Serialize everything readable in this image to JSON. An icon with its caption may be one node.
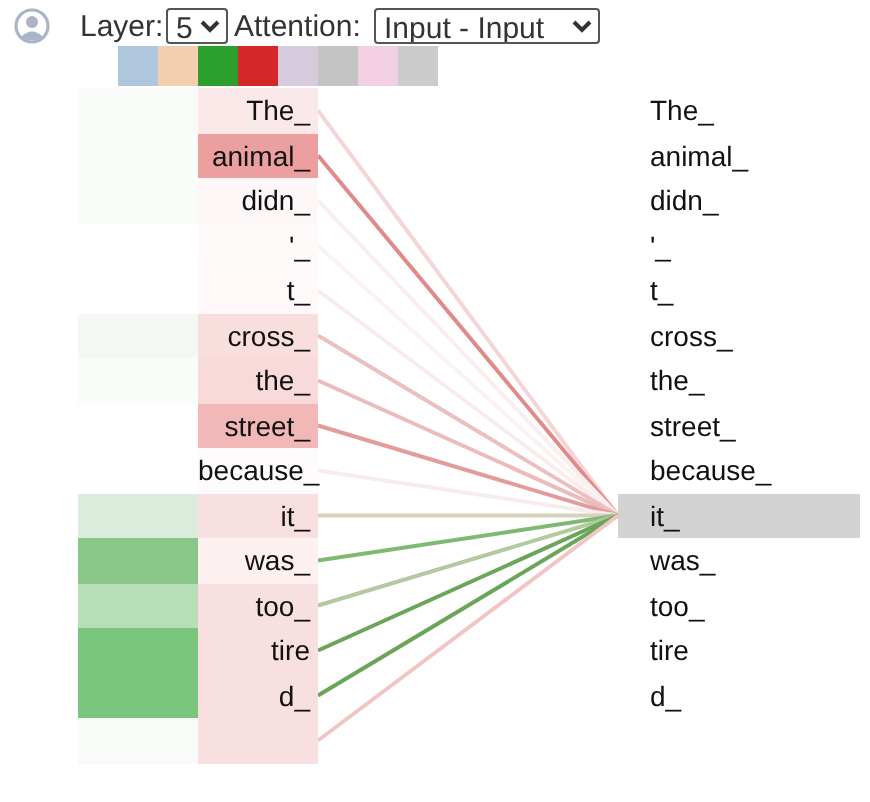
{
  "diagram": {
    "nodes": [
      {
        "text": [
          "The_"
        ]
      },
      {
        "text": [
          "animal_"
        ]
      },
      {
        "text": [
          "didn_"
        ]
      },
      {
        "text": [
          "'_"
        ]
      },
      {
        "text": [
          "t_"
        ]
      },
      {
        "text": [
          "cross_"
        ]
      },
      {
        "text": [
          "the_"
        ]
      },
      {
        "text": [
          "street_"
        ]
      },
      {
        "text": [
          "because_"
        ]
      },
      {
        "text": [
          "it_"
        ]
      },
      {
        "text": [
          "was_"
        ]
      },
      {
        "text": [
          "too_"
        ]
      },
      {
        "text": [
          "tire"
        ]
      },
      {
        "text": [
          "d_"
        ]
      },
      {
        "text": [],
        "shape": "box"
      },
      {
        "text": [
          "The_"
        ]
      },
      {
        "text": [
          "animal_"
        ]
      },
      {
        "text": [
          "didn_"
        ]
      },
      {
        "text": [
          "'_"
        ]
      },
      {
        "text": [
          "t_"
        ]
      },
      {
        "text": [
          "cross_"
        ]
      },
      {
        "text": [
          "the_"
        ]
      },
      {
        "text": [
          "street_"
        ]
      },
      {
        "text": [
          "because_"
        ]
      },
      {
        "text": [
          "it_"
        ]
      },
      {
        "text": [
          "was_"
        ]
      },
      {
        "text": [
          "too_"
        ]
      },
      {
        "text": [
          "tire"
        ]
      },
      {
        "text": [
          "d_"
        ]
      }
    ],
    "edges": [
      {
        "from": 0,
        "to": 24,
        "arrow": "none",
        "color": "#f5d5d5"
      },
      {
        "from": 1,
        "to": 24,
        "arrow": "none",
        "color": "#e08a8a"
      },
      {
        "from": 2,
        "to": 24,
        "arrow": "none",
        "color": "#faeeee"
      },
      {
        "from": 3,
        "to": 24,
        "arrow": "none",
        "color": "#fbf2f2"
      },
      {
        "from": 4,
        "to": 24,
        "arrow": "none",
        "color": "#f8ecec"
      },
      {
        "from": 5,
        "to": 24,
        "arrow": "none",
        "color": "#ecc0c0"
      },
      {
        "from": 6,
        "to": 24,
        "arrow": "none",
        "color": "#ecbcbc"
      },
      {
        "from": 7,
        "to": 24,
        "arrow": "none",
        "color": "#e39c9c"
      },
      {
        "from": 8,
        "to": 24,
        "arrow": "none",
        "color": "#f7eded"
      },
      {
        "from": 9,
        "to": 24,
        "arrow": "none",
        "color": "#d6d2bc"
      },
      {
        "from": 10,
        "to": 24,
        "arrow": "none",
        "color": "#7fba72"
      },
      {
        "from": 11,
        "to": 24,
        "arrow": "none",
        "color": "#b3c9a0"
      },
      {
        "from": 12,
        "to": 24,
        "arrow": "none",
        "color": "#6aa55a"
      },
      {
        "from": 13,
        "to": 24,
        "arrow": "none",
        "color": "#6aa55a"
      },
      {
        "from": 14,
        "to": 24,
        "arrow": "none",
        "color": "#f2c5c5"
      }
    ],
    "labels": [
      "Layer:",
      "5",
      "Attention:",
      "Input - Input"
    ]
  }
}
